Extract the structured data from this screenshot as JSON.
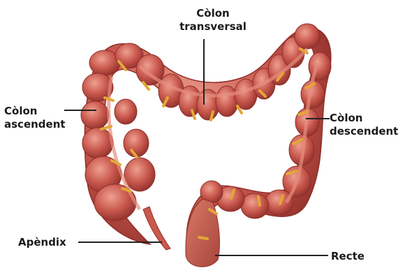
{
  "labels": {
    "transversal": [
      "Còlon",
      "transversal"
    ],
    "ascendent": [
      "Còlon",
      "ascendent"
    ],
    "descendent": [
      "Còlon",
      "descendent"
    ],
    "apendix": "Apèndix",
    "recte": "Recte"
  },
  "colors": {
    "tissue": "#c4554b",
    "tissue_light": "#e08a7a",
    "tissue_dark": "#8e2f2a",
    "fat": "#e3a735",
    "leader_line": "#222222"
  }
}
